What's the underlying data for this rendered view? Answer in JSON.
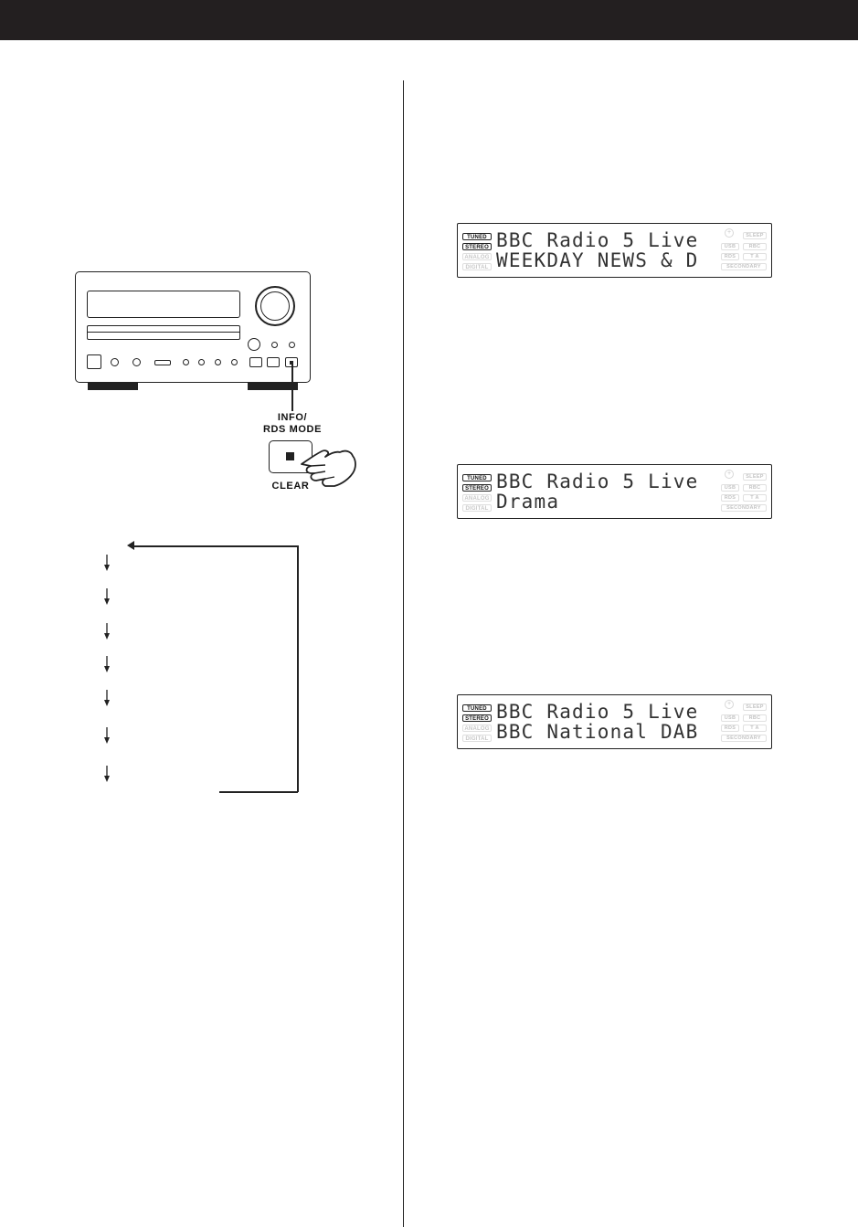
{
  "illustration": {
    "callout_label_line1": "INFO/",
    "callout_label_line2": "RDS MODE",
    "button_label": "CLEAR"
  },
  "displays": [
    {
      "line1": "BBC Radio 5 Live",
      "line2": "WEEKDAY NEWS & D",
      "indicators": {
        "tuned": "TUNED",
        "stereo": "STEREO",
        "analog": "ANALOG",
        "digital": "DIGITAL",
        "sleep": "SLEEP",
        "usb": "USB",
        "rbc": "RBC",
        "rds": "RDS",
        "ta": "T A",
        "secondary": "SECONDARY"
      }
    },
    {
      "line1": "BBC Radio 5 Live",
      "line2": "Drama",
      "indicators": {
        "tuned": "TUNED",
        "stereo": "STEREO",
        "analog": "ANALOG",
        "digital": "DIGITAL",
        "sleep": "SLEEP",
        "usb": "USB",
        "rbc": "RBC",
        "rds": "RDS",
        "ta": "T A",
        "secondary": "SECONDARY"
      }
    },
    {
      "line1": "BBC Radio 5 Live",
      "line2": "BBC National DAB",
      "indicators": {
        "tuned": "TUNED",
        "stereo": "STEREO",
        "analog": "ANALOG",
        "digital": "DIGITAL",
        "sleep": "SLEEP",
        "usb": "USB",
        "rbc": "RBC",
        "rds": "RDS",
        "ta": "T A",
        "secondary": "SECONDARY"
      }
    }
  ]
}
